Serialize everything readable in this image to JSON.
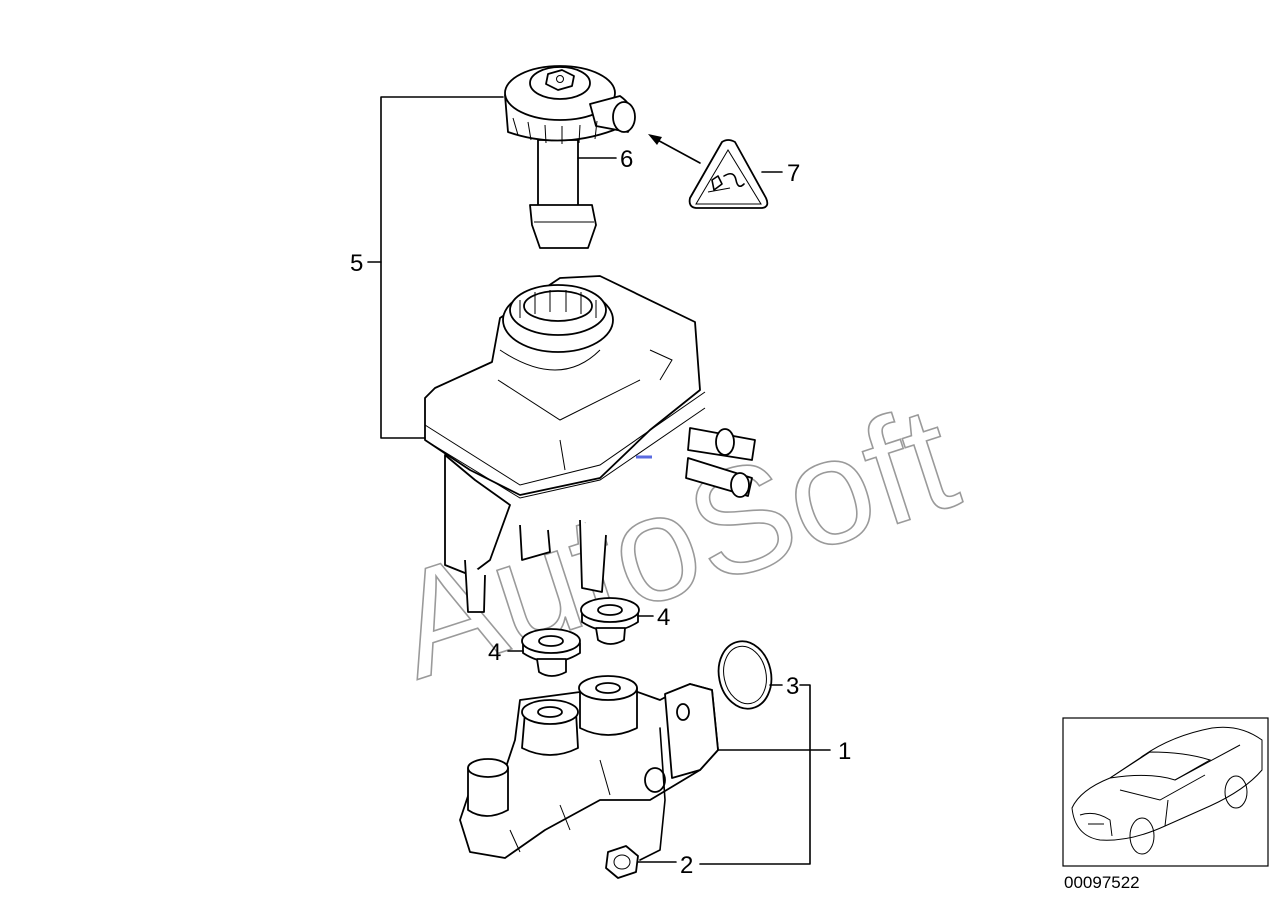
{
  "callouts": {
    "c1": "1",
    "c2": "2",
    "c3": "3",
    "c4a": "4",
    "c4b": "4",
    "c5": "5",
    "c6": "6",
    "c7": "7"
  },
  "watermark": "AutoSoft",
  "diagram_number": "00097522",
  "icons": {
    "warning": "warning-triangle-icon",
    "vehicle": "car-icon"
  },
  "colors": {
    "line": "#000000",
    "watermark": "#9a9a9a",
    "background": "#ffffff"
  }
}
